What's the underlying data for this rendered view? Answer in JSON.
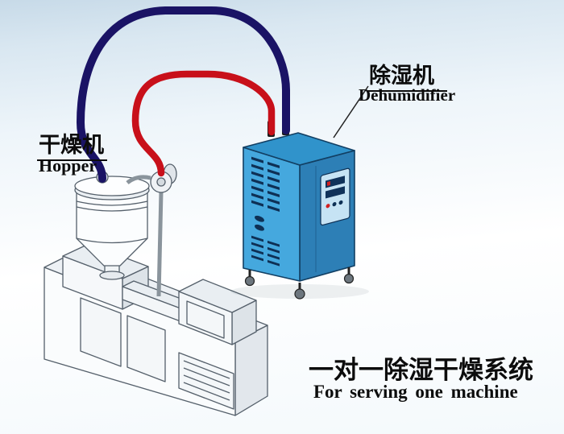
{
  "labels": {
    "dryer_cn": "干燥机",
    "dryer_en": "Hopper",
    "dehumidifier_cn": "除湿机",
    "dehumidifier_en": "Dehumidifier",
    "caption_cn": "一对一除湿干燥系统",
    "caption_en": "For serving one machine"
  },
  "colors": {
    "background_top": "#c7dae8",
    "background_bottom": "#ffffff",
    "pipe_red": "#c8101a",
    "pipe_navy": "#1a1365",
    "cabinet_front": "#45a8de",
    "cabinet_side": "#2d7fb6",
    "cabinet_top": "#3093cb",
    "machine_fill": "#f7f9fb",
    "outline_gray": "#55606b",
    "text_black": "#0c0c0c"
  }
}
